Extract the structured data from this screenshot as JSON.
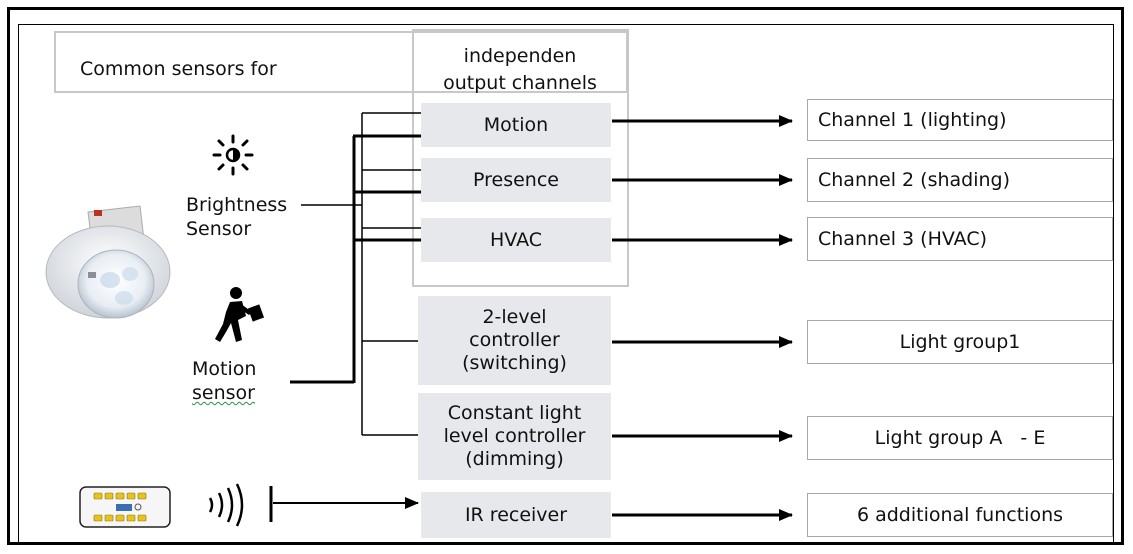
{
  "header": {
    "left_label": "Common sensors for",
    "center_line1": "independen",
    "center_line2": "output channels"
  },
  "sensors": {
    "brightness_line1": "Brightness",
    "brightness_line2": "Sensor",
    "motion_line1": "Motion",
    "motion_line2": "sensor"
  },
  "modules": {
    "motion": "Motion",
    "presence": "Presence",
    "hvac": "HVAC",
    "two_level_line1": "2-level",
    "two_level_line2": "controller",
    "two_level_line3": "(switching)",
    "constant_line1": "Constant light",
    "constant_line2": "level controller",
    "constant_line3": "(dimming)",
    "ir_receiver": "IR receiver"
  },
  "outputs": {
    "channel1": "Channel 1 (lighting)",
    "channel2": "Channel 2 (shading)",
    "channel3": "Channel 3 (HVAC)",
    "light_group1": "Light group1",
    "light_group_ae": "Light group A   - E",
    "additional": "6 additional functions"
  },
  "icons": {
    "brightness": "sun-icon",
    "motion": "walking-person-icon",
    "sensor_device": "ceiling-sensor-device-icon",
    "remote": "remote-control-icon",
    "signal": "ir-signal-waves-icon"
  }
}
